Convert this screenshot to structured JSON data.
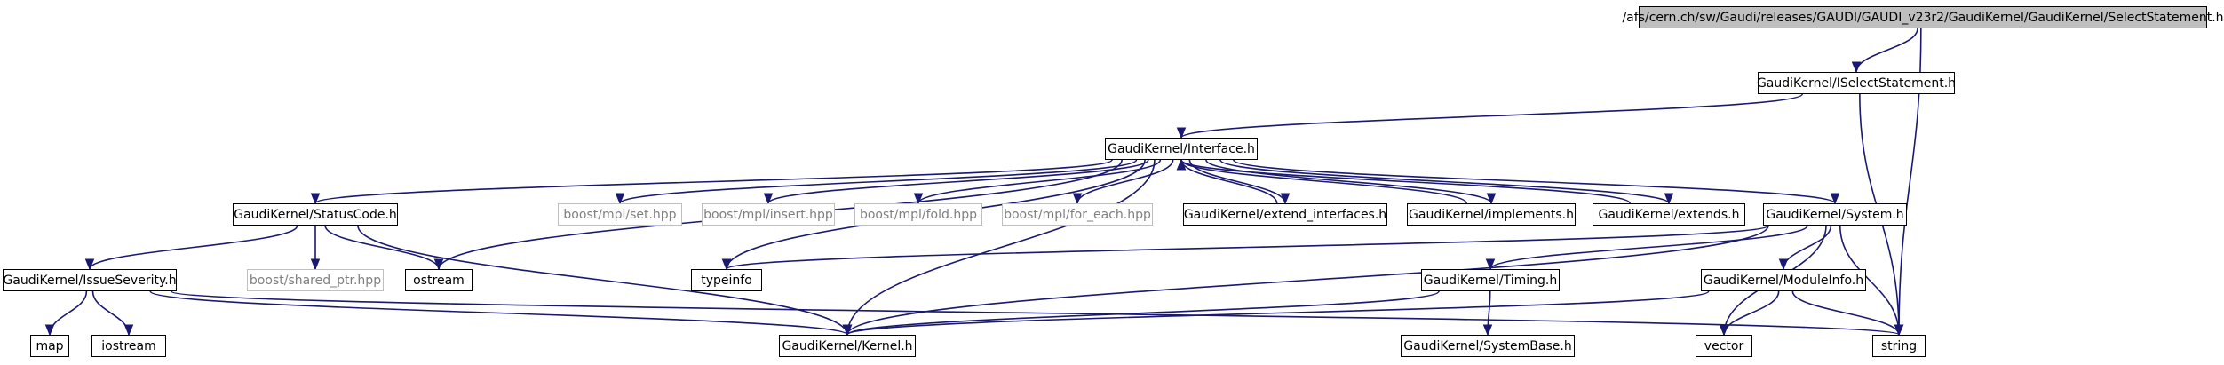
{
  "nodes": [
    {
      "id": "select",
      "label": "/afs/cern.ch/sw/Gaudi/releases/GAUDI/GAUDI_v23r2/GaudiKernel/GaudiKernel/SelectStatement.h",
      "kind": "root"
    },
    {
      "id": "iselect",
      "label": "GaudiKernel/ISelectStatement.h",
      "kind": "local"
    },
    {
      "id": "interface",
      "label": "GaudiKernel/Interface.h",
      "kind": "local"
    },
    {
      "id": "statuscode",
      "label": "GaudiKernel/StatusCode.h",
      "kind": "local"
    },
    {
      "id": "mplset",
      "label": "boost/mpl/set.hpp",
      "kind": "system"
    },
    {
      "id": "mplinsert",
      "label": "boost/mpl/insert.hpp",
      "kind": "system"
    },
    {
      "id": "mplfold",
      "label": "boost/mpl/fold.hpp",
      "kind": "system"
    },
    {
      "id": "mplforeach",
      "label": "boost/mpl/for_each.hpp",
      "kind": "system"
    },
    {
      "id": "extendif",
      "label": "GaudiKernel/extend_interfaces.h",
      "kind": "local"
    },
    {
      "id": "implements",
      "label": "GaudiKernel/implements.h",
      "kind": "local"
    },
    {
      "id": "extends",
      "label": "GaudiKernel/extends.h",
      "kind": "local"
    },
    {
      "id": "system",
      "label": "GaudiKernel/System.h",
      "kind": "local"
    },
    {
      "id": "issue",
      "label": "GaudiKernel/IssueSeverity.h",
      "kind": "local"
    },
    {
      "id": "sharedptr",
      "label": "boost/shared_ptr.hpp",
      "kind": "system"
    },
    {
      "id": "ostream",
      "label": "ostream",
      "kind": "local"
    },
    {
      "id": "typeinfo",
      "label": "typeinfo",
      "kind": "local"
    },
    {
      "id": "timing",
      "label": "GaudiKernel/Timing.h",
      "kind": "local"
    },
    {
      "id": "moduleinfo",
      "label": "GaudiKernel/ModuleInfo.h",
      "kind": "local"
    },
    {
      "id": "map",
      "label": "map",
      "kind": "local"
    },
    {
      "id": "iostream",
      "label": "iostream",
      "kind": "local"
    },
    {
      "id": "kernel",
      "label": "GaudiKernel/Kernel.h",
      "kind": "local"
    },
    {
      "id": "systembase",
      "label": "GaudiKernel/SystemBase.h",
      "kind": "local"
    },
    {
      "id": "vector",
      "label": "vector",
      "kind": "local"
    },
    {
      "id": "string",
      "label": "string",
      "kind": "local"
    }
  ],
  "edges": [
    {
      "from": "select",
      "to": "iselect"
    },
    {
      "from": "select",
      "to": "string"
    },
    {
      "from": "iselect",
      "to": "interface"
    },
    {
      "from": "iselect",
      "to": "string"
    },
    {
      "from": "interface",
      "to": "statuscode"
    },
    {
      "from": "interface",
      "to": "mplset"
    },
    {
      "from": "interface",
      "to": "mplinsert"
    },
    {
      "from": "interface",
      "to": "mplfold"
    },
    {
      "from": "interface",
      "to": "mplforeach"
    },
    {
      "from": "interface",
      "to": "extendif"
    },
    {
      "from": "interface",
      "to": "implements"
    },
    {
      "from": "interface",
      "to": "extends"
    },
    {
      "from": "interface",
      "to": "system"
    },
    {
      "from": "interface",
      "to": "ostream"
    },
    {
      "from": "interface",
      "to": "typeinfo"
    },
    {
      "from": "interface",
      "to": "kernel"
    },
    {
      "from": "extendif",
      "to": "interface"
    },
    {
      "from": "implements",
      "to": "interface"
    },
    {
      "from": "extends",
      "to": "interface"
    },
    {
      "from": "statuscode",
      "to": "issue"
    },
    {
      "from": "statuscode",
      "to": "sharedptr"
    },
    {
      "from": "statuscode",
      "to": "ostream"
    },
    {
      "from": "statuscode",
      "to": "kernel"
    },
    {
      "from": "issue",
      "to": "map"
    },
    {
      "from": "issue",
      "to": "iostream"
    },
    {
      "from": "issue",
      "to": "kernel"
    },
    {
      "from": "issue",
      "to": "string"
    },
    {
      "from": "system",
      "to": "typeinfo"
    },
    {
      "from": "system",
      "to": "timing"
    },
    {
      "from": "system",
      "to": "moduleinfo"
    },
    {
      "from": "system",
      "to": "kernel"
    },
    {
      "from": "system",
      "to": "vector"
    },
    {
      "from": "system",
      "to": "string"
    },
    {
      "from": "timing",
      "to": "systembase"
    },
    {
      "from": "timing",
      "to": "kernel"
    },
    {
      "from": "moduleinfo",
      "to": "kernel"
    },
    {
      "from": "moduleinfo",
      "to": "vector"
    },
    {
      "from": "moduleinfo",
      "to": "string"
    }
  ]
}
